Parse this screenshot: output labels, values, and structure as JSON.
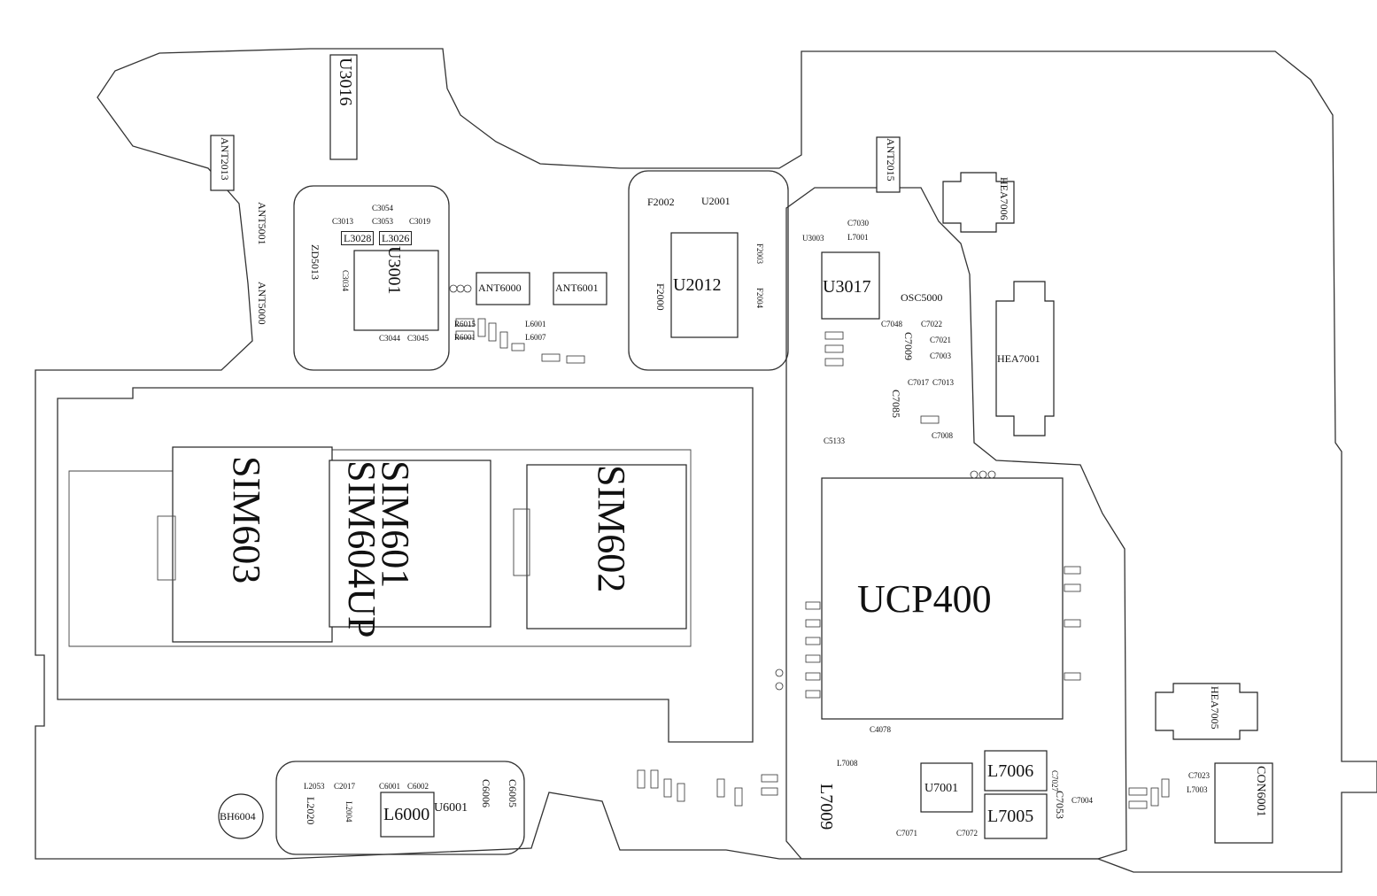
{
  "diagram": {
    "ic": {
      "ucp400": "UCP400",
      "u3016": "U3016",
      "u3001": "U3001",
      "u2012": "U2012",
      "u3017": "U3017",
      "u7001": "U7001",
      "u6001": "U6001",
      "u2001": "U2001",
      "u3003": "U3003"
    },
    "sim": {
      "sim601": "SIM601",
      "sim604up": "SIM604UP",
      "sim602": "SIM602",
      "sim603": "SIM603"
    },
    "antenna": {
      "ant6000": "ANT6000",
      "ant6001": "ANT6001",
      "ant2013": "ANT2013",
      "ant5001": "ANT5001",
      "ant5000": "ANT5000",
      "ant2015": "ANT2015"
    },
    "heatsink": {
      "hea7006": "HEA7006",
      "hea7001": "HEA7001",
      "hea7005": "HEA7005"
    },
    "connector": {
      "con6001": "CON6001",
      "bh6004": "BH6004"
    },
    "inductor": {
      "l7006": "L7006",
      "l7005": "L7005",
      "l7009": "L7009",
      "l6000": "L6000",
      "l3028": "L3028",
      "l3026": "L3026",
      "l7001": "L7001",
      "l6001": "L6001",
      "l6007": "L6007",
      "l2053": "L2053",
      "l2020": "L2020",
      "l2004": "L2004",
      "l7003": "L7003",
      "l7008": "L7008"
    },
    "filter": {
      "f2002": "F2002",
      "f2000": "F2000",
      "f2003": "F2003",
      "f2004": "F2004"
    },
    "other": {
      "osc5000": "OSC5000",
      "zd5013": "ZD5013",
      "r6015": "R6015",
      "r6001": "R6001"
    },
    "capacitor": {
      "c3054": "C3054",
      "c3053": "C3053",
      "c3013": "C3013",
      "c3019": "C3019",
      "c3044": "C3044",
      "c3045": "C3045",
      "c3034": "C3034",
      "c7030": "C7030",
      "c7048": "C7048",
      "c7022": "C7022",
      "c7021": "C7021",
      "c7003": "C7003",
      "c7017": "C7017",
      "c7013": "C7013",
      "c7009": "C7009",
      "c7085": "C7085",
      "c7008": "C7008",
      "c4078": "C4078",
      "c6001": "C6001",
      "c6002": "C6002",
      "c6006": "C6006",
      "c6005": "C6005",
      "c2017": "C2017",
      "c7053": "C7053",
      "c7071": "C7071",
      "c7072": "C7072",
      "c7023": "C7023",
      "c7004": "C7004",
      "c7027": "C7027",
      "c5133": "C5133"
    }
  }
}
